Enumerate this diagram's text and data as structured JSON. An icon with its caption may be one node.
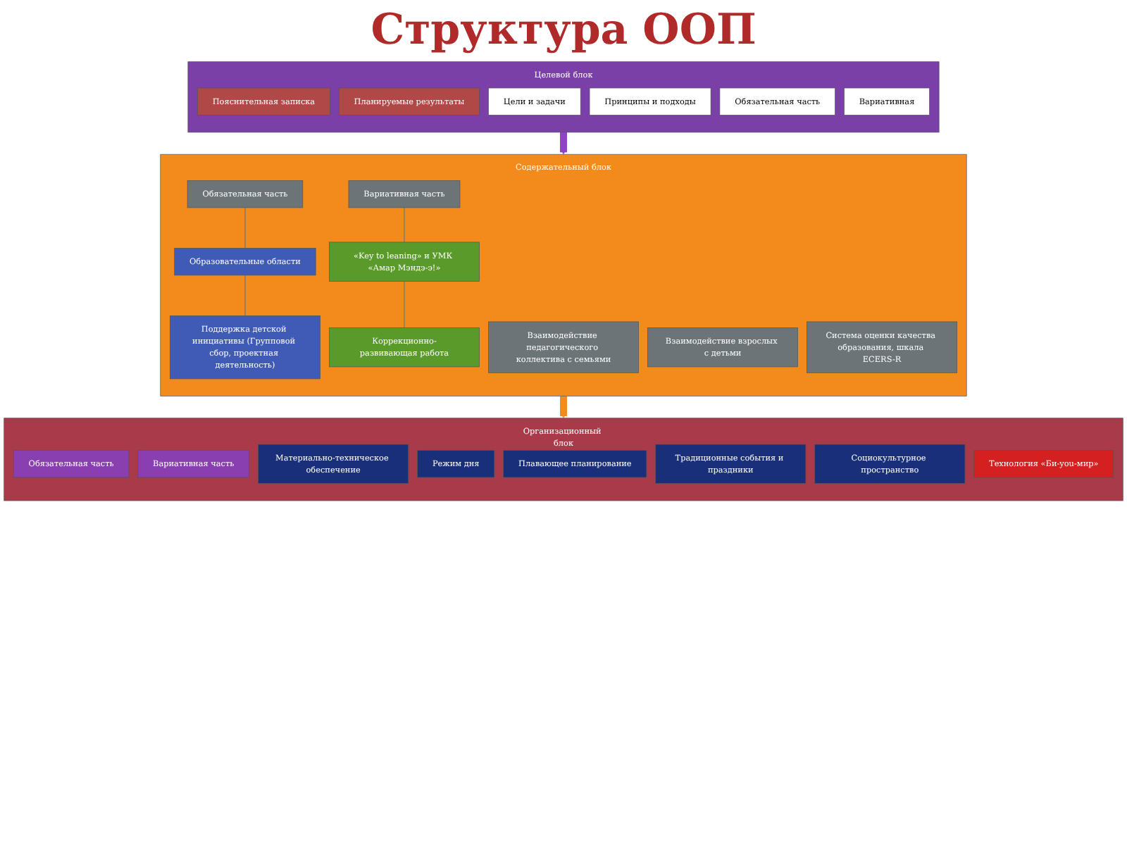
{
  "diagram": {
    "title": "Структура ООП",
    "nodes": [
      {
        "text": [
          "Целевой блок"
        ]
      },
      {
        "text": [
          "Пояснительная записка"
        ],
        "in": 0
      },
      {
        "text": [
          "Планируемые результаты"
        ],
        "in": 0
      },
      {
        "text": [
          "Цели и задачи"
        ],
        "in": 0
      },
      {
        "text": [
          "Принципы и подходы"
        ],
        "in": 0
      },
      {
        "text": [
          "Обязательная часть"
        ],
        "in": 0
      },
      {
        "text": [
          "Вариативная"
        ],
        "in": 0
      },
      {
        "text": [
          "Содержательный блок"
        ]
      },
      {
        "text": [
          "Обязательная часть"
        ],
        "in": 7
      },
      {
        "text": [
          "Взаимодействие педагогического коллектива с семьями"
        ],
        "in": 7
      },
      {
        "text": [
          "Вариативная часть"
        ],
        "in": 7
      },
      {
        "text": [
          "Образовательные области"
        ],
        "in": 7
      },
      {
        "text": [
          "Взаимодействие взрослых с детьми"
        ],
        "in": 7
      },
      {
        "text": [
          "«Key to leaning» и УМК «Амар Мэндэ-э!»"
        ],
        "in": 7
      },
      {
        "text": [
          "Поддержка детской инициативы (Групповой сбор, проектная деятельность)"
        ],
        "in": 7
      },
      {
        "text": [
          "Система оценки качества образования, шкала ECERS-R"
        ],
        "in": 7
      },
      {
        "text": [
          "Коррекционно-развивающая работа"
        ],
        "in": 7
      },
      {
        "text": [
          "Организационный блок"
        ]
      },
      {
        "text": [
          "Обязательная часть"
        ],
        "in": 17
      },
      {
        "text": [
          "Вариативная часть"
        ],
        "in": 17
      },
      {
        "text": [
          "Материально-техническое обеспечение"
        ],
        "in": 17
      },
      {
        "text": [
          "Режим дня"
        ],
        "in": 17
      },
      {
        "text": [
          "Плавающее планирование"
        ],
        "in": 17
      },
      {
        "text": [
          "Традиционные события и праздники"
        ],
        "in": 17
      },
      {
        "text": [
          "Социокультурное пространство"
        ],
        "in": 17
      },
      {
        "text": [
          "Технология «Би-you-мир»"
        ],
        "in": 17
      }
    ],
    "edges": [
      {
        "from": 0,
        "to": 7,
        "arrow": "to",
        "style": "thick",
        "color": "#8e44c4"
      },
      {
        "from": 7,
        "to": 17,
        "arrow": "to",
        "style": "thick",
        "color": "#f28a1c"
      },
      {
        "from": 8,
        "to": 11,
        "arrow": "none"
      },
      {
        "from": 11,
        "to": 14,
        "arrow": "none"
      },
      {
        "from": 10,
        "to": 13,
        "arrow": "none"
      },
      {
        "from": 13,
        "to": 16,
        "arrow": "none"
      }
    ]
  }
}
